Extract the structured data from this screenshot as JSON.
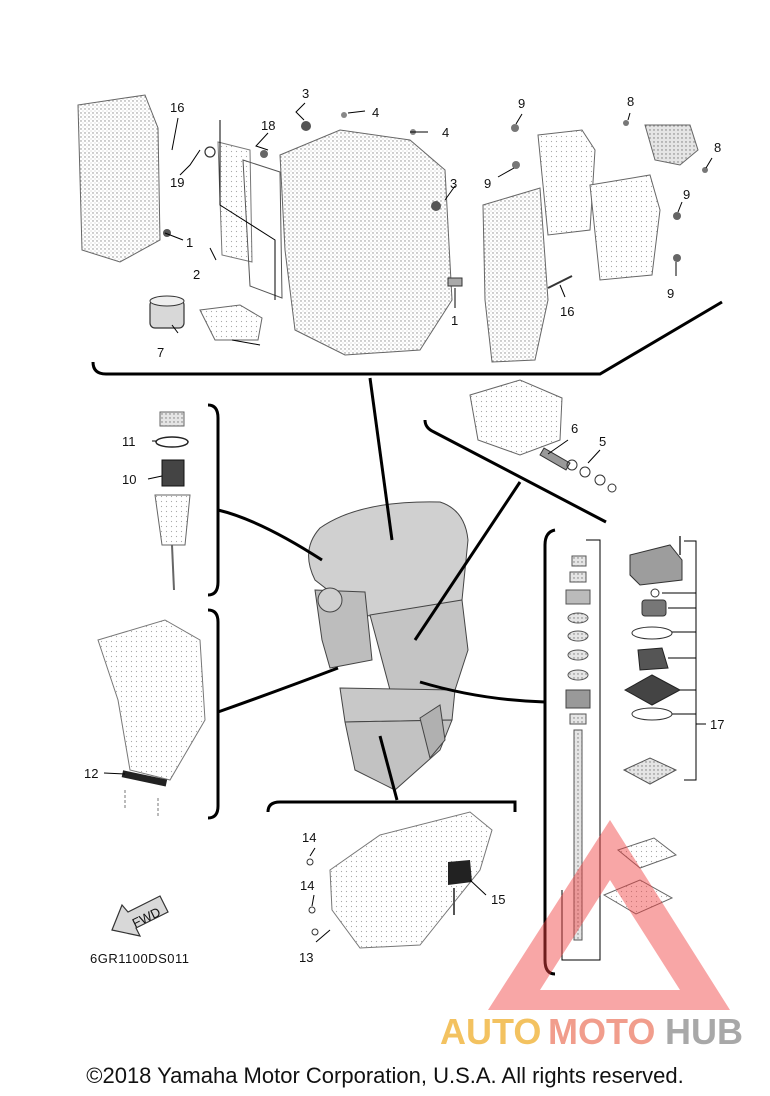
{
  "diagram": {
    "callouts": {
      "c16a": "16",
      "c19": "19",
      "c18": "18",
      "c3a": "3",
      "c4a": "4",
      "c4b": "4",
      "c1a": "1",
      "c2": "2",
      "c7": "7",
      "c3b": "3",
      "c9a": "9",
      "c9b": "9",
      "c8a": "8",
      "c8b": "8",
      "c9c": "9",
      "c9d": "9",
      "c1b": "1",
      "c16b": "16",
      "c6": "6",
      "c5": "5",
      "c11": "11",
      "c10": "10",
      "c12": "12",
      "c17": "17",
      "c14a": "14",
      "c14b": "14",
      "c15": "15",
      "c13": "13"
    },
    "fwd_label": "FWD",
    "diagram_code": "6GR1100DS011"
  },
  "watermark": {
    "auto": "AUTO",
    "moto": "MOTO",
    "hub": "HUB",
    "colors": {
      "auto": "#f2b845",
      "moto": "#ef8c78",
      "hub": "#9a9a9a",
      "triangle": "#ee4040"
    }
  },
  "copyright": "©2018 Yamaha Motor Corporation, U.S.A. All rights reserved."
}
